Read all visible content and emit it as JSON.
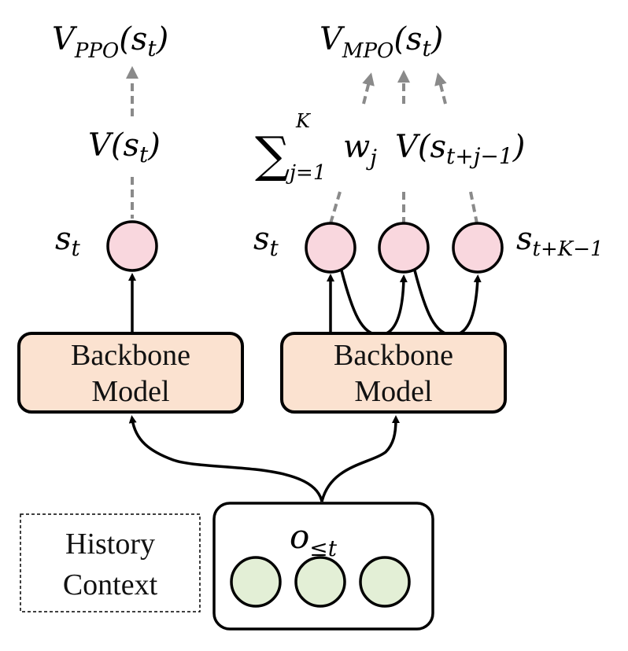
{
  "colors": {
    "state_node_fill": "#f9d7de",
    "observation_node_fill": "#e3efd6",
    "backbone_fill": "#fbe2d0",
    "dashed_arrow": "#8a8a8a",
    "stroke": "#000000"
  },
  "left": {
    "top_value": {
      "main": "V",
      "sub": "PPO",
      "arg": "(s",
      "arg_sub": "t",
      "close": ")"
    },
    "mid_value": {
      "main": "V(s",
      "sub": "t",
      "close": ")"
    },
    "state_label": {
      "main": "s",
      "sub": "t"
    },
    "backbone": {
      "line1": "Backbone",
      "line2": "Model"
    }
  },
  "right": {
    "top_value": {
      "main": "V",
      "sub": "MPO",
      "arg": "(s",
      "arg_sub": "t",
      "close": ")"
    },
    "sum_expr": {
      "sigma": "∑",
      "upper": "K",
      "lower": "j=1",
      "w": "w",
      "w_sub": "j",
      "v": "V(s",
      "v_sub": "t+j−1",
      "close": ")"
    },
    "state_label_first": {
      "main": "s",
      "sub": "t"
    },
    "state_label_last": {
      "main": "s",
      "sub": "t+K−1"
    },
    "backbone": {
      "line1": "Backbone",
      "line2": "Model"
    }
  },
  "observation": {
    "main": "o",
    "sub": "≤t"
  },
  "history_context": {
    "line1": "History",
    "line2": "Context"
  }
}
